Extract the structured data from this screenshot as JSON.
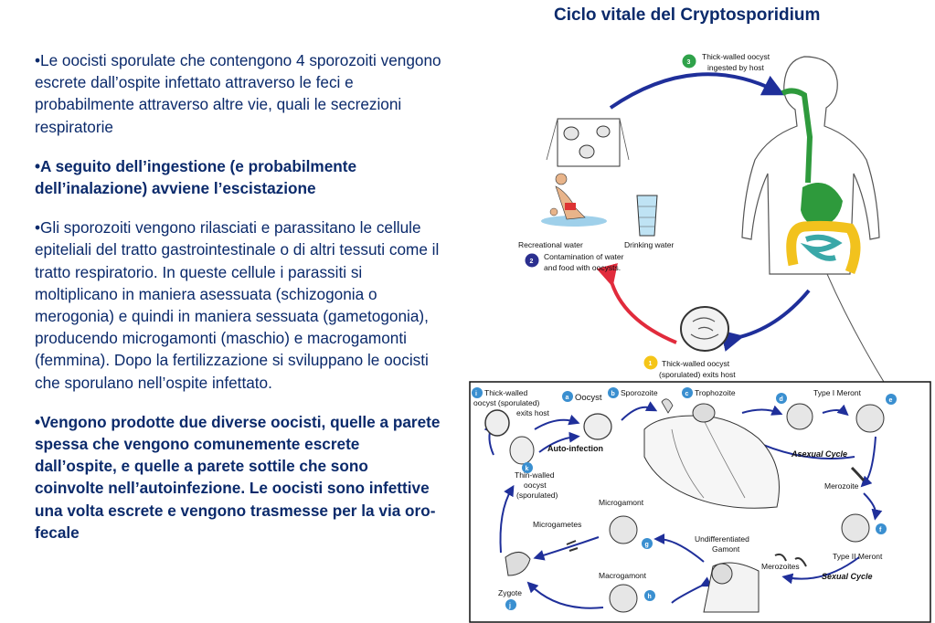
{
  "title": "Ciclo vitale del Cryptosporidium",
  "paragraphs": [
    "•Le oocisti sporulate che contengono 4 sporozoiti vengono escrete dall’ospite infettato attraverso le feci e probabilmente attraverso altre vie, quali le secrezioni respiratorie",
    "•A seguito dell’ingestione (e probabilmente dell’inalazione)  avviene l’escistazione",
    "•Gli sporozoiti vengono rilasciati e parassitano le cellule epiteliali del tratto gastrointestinale o di altri tessuti come il tratto respiratorio. In queste cellule i parassiti si moltiplicano in maniera asessuata (schizogonia o merogonia) e quindi in maniera sessuata (gametogonia), producendo microgamonti (maschio) e macrogamonti (femmina). Dopo la fertilizzazione si sviluppano le oocisti che sporulano nell’ospite infettato.",
    "•Vengono prodotte due diverse oocisti, quelle a parete spessa che vengono comunemente escrete dall’ospite, e quelle a parete sottile che sono coinvolte nell’autoinfezione. Le oocisti sono infettive una volta escrete e vengono trasmesse per la via oro-fecale"
  ],
  "top_diagram": {
    "step1": {
      "num": "1",
      "line1": "Thick-walled oocyst",
      "line2": "(sporulated) exits host"
    },
    "step2": {
      "num": "2",
      "line1": "Contamination of water",
      "line2": "and food with oocysts."
    },
    "step3": {
      "num": "3",
      "line1": "Thick-walled oocyst",
      "line2": "ingested by host"
    },
    "recreational": "Recreational water",
    "drinking": "Drinking water"
  },
  "bottom_diagram": {
    "thick": {
      "letter": "i",
      "l1": "Thick-walled",
      "l2": "oocyst (sporulated)",
      "l3": "exits host"
    },
    "oocyst": {
      "letter": "a",
      "text": "Oocyst"
    },
    "sporozoite": {
      "letter": "b",
      "text": "Sporozoite"
    },
    "trophozoite": {
      "letter": "c",
      "text": "Trophozoite"
    },
    "type1": {
      "letter": "e",
      "text": "Type I Meront"
    },
    "d": "d",
    "auto": "Auto-infection",
    "thin": {
      "letter": "k",
      "l1": "Thin-walled",
      "l2": "oocyst",
      "l3": "(sporulated)"
    },
    "asexual": "Asexual Cycle",
    "merozoite": "Merozoite",
    "microgamont": {
      "letter": "g",
      "text": "Microgamont"
    },
    "microgametes": "Microgametes",
    "undiff": {
      "l1": "Undifferentiated",
      "l2": "Gamont"
    },
    "f": "f",
    "type2": "Type II Meront",
    "macrogamont": {
      "letter": "h",
      "text": "Macrogamont"
    },
    "merozoites": "Merozoites",
    "sexual": "Sexual Cycle",
    "zygote": {
      "letter": "j",
      "text": "Zygote"
    }
  },
  "colors": {
    "text": "#0b2a6b",
    "arrow_blue": "#1f2f9a",
    "arrow_red": "#e12b3c",
    "badge_blue": "#3a8fd0",
    "badge_green": "#2fa24a",
    "badge_yellow": "#f5c518",
    "badge_navy": "#2b2f8f",
    "gut_green": "#2e9a3c",
    "gut_yellow": "#f2c21d",
    "gut_teal": "#3aa8a8"
  }
}
